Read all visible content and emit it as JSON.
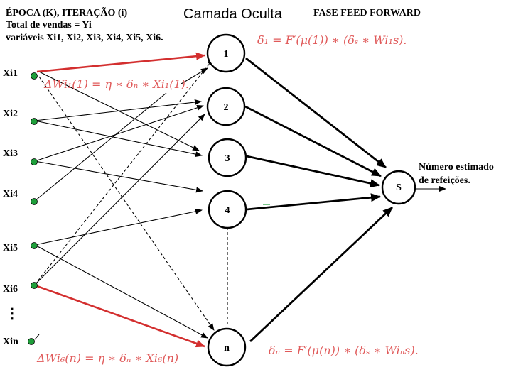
{
  "header": {
    "line1": "ÉPOCA (K), ITERAÇÃO (i)",
    "line2": "Total de vendas = Yi",
    "line3": "variáveis Xi1, Xi2, Xi3, Xi4, Xi5, Xi6."
  },
  "title": "Camada Oculta",
  "phase": "FASE FEED FORWARD",
  "inputs": [
    "Xi1",
    "Xi2",
    "Xi3",
    "Xi4",
    "Xi5",
    "Xi6",
    "Xin"
  ],
  "input_ellipsis": "⋮",
  "hidden_nodes": [
    "1",
    "2",
    "3",
    "4",
    "n"
  ],
  "output_node": "S",
  "output_label": {
    "line1": "Número estimado",
    "line2": "de refeições."
  },
  "formulas": {
    "delta_1": "δ₁ = F′(μ(1)) ∗ (δₛ ∗ Wi₁s).",
    "delta_n": "δₙ = F′(μ(n)) ∗ (δₛ ∗ Wiₙs).",
    "dw_1": "ΔWi₁(1) = η ∗ δₙ ∗ Xi₁(1).",
    "dw_n": "ΔWi₆(n) = η ∗ δₙ ∗ Xi₆(n)"
  },
  "colors": {
    "formula_red": "#e05a5a",
    "highlight_arrow": "#d32f2f",
    "input_dot": "#1e9e3a"
  }
}
